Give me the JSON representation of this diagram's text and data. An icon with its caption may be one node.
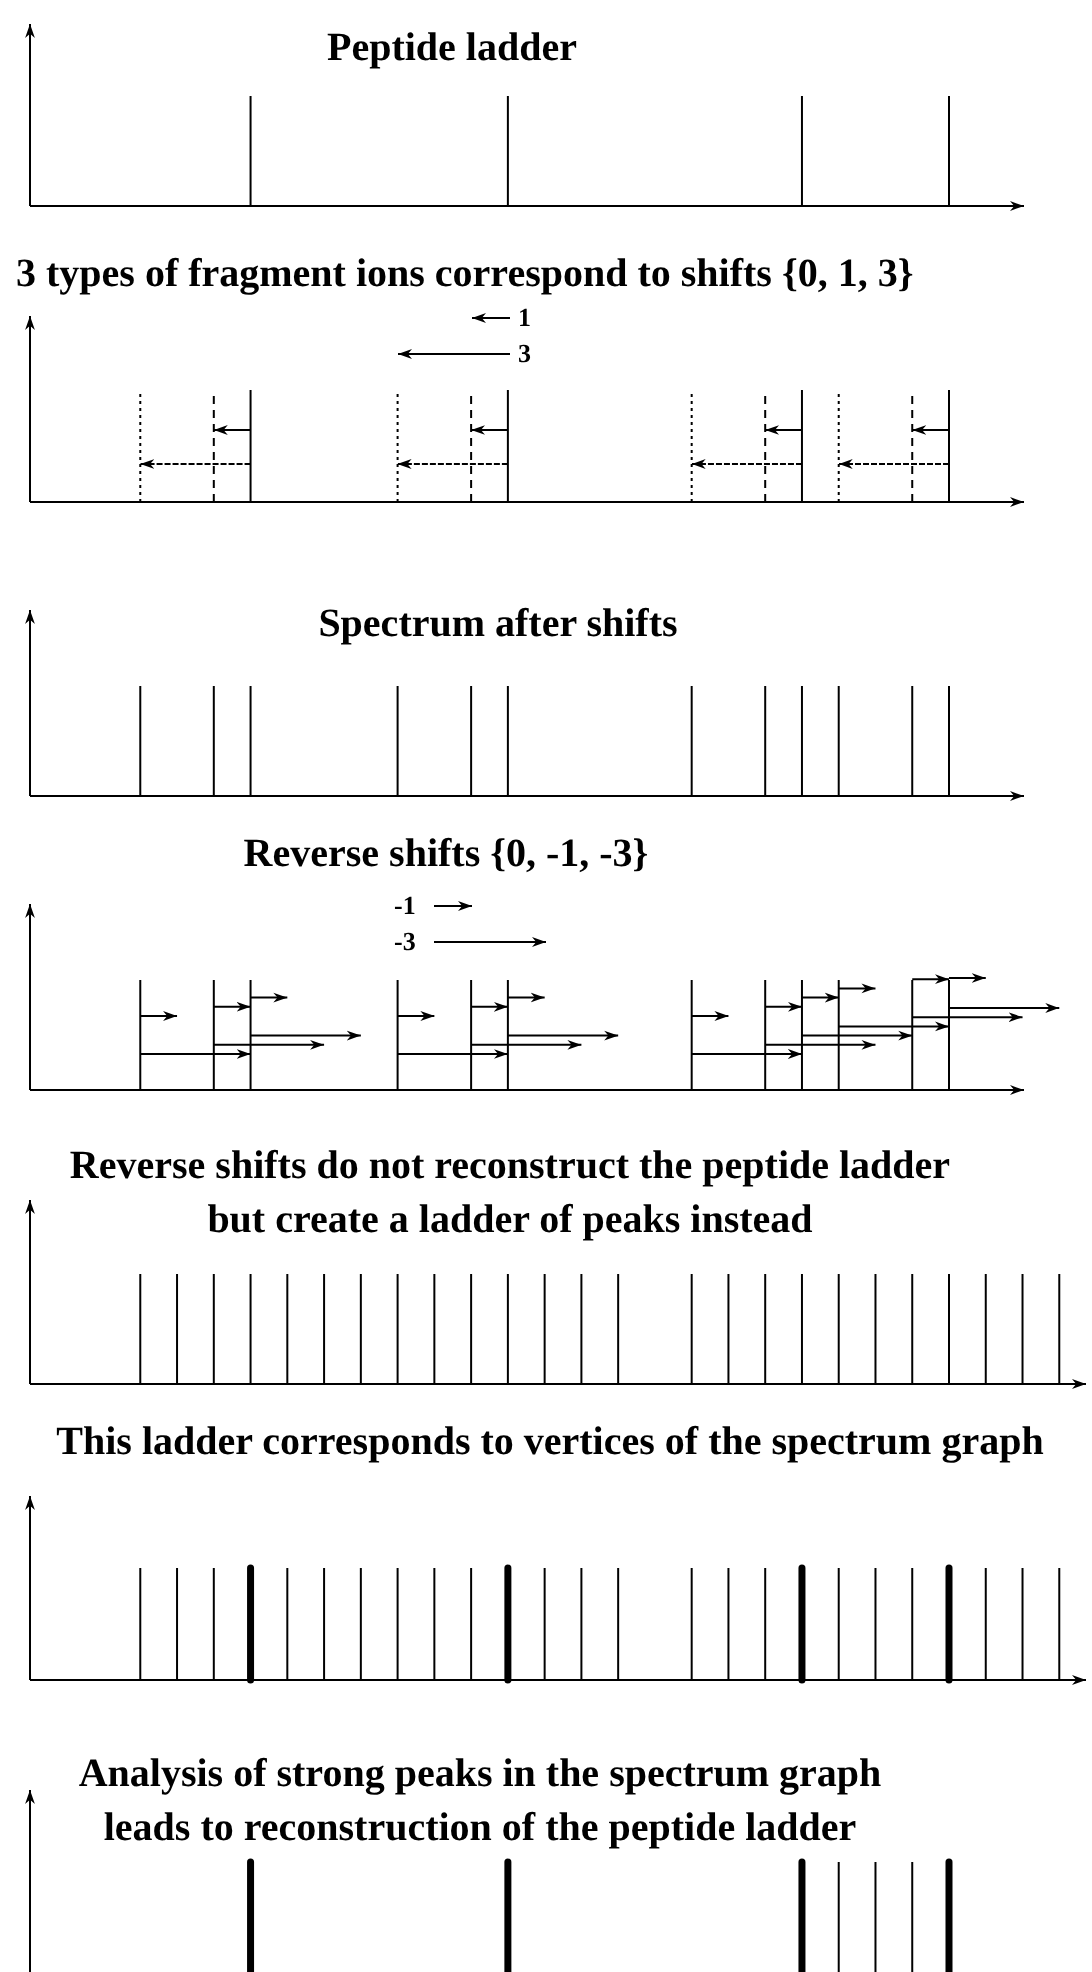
{
  "diagram": {
    "labels": [
      "Peptide ladder",
      "3 types of fragment ions correspond to shifts {0, 1, 3}",
      "1",
      "3",
      "Spectrum after shifts",
      "Reverse shifts {0, -1, -3}",
      "-1",
      "-3",
      "Reverse shifts do not reconstruct the peptide ladder but create a ladder of peaks instead",
      "This ladder corresponds to vertices of the spectrum graph",
      "Analysis of strong peaks in the spectrum graph leads to reconstruction of the peptide ladder"
    ]
  }
}
